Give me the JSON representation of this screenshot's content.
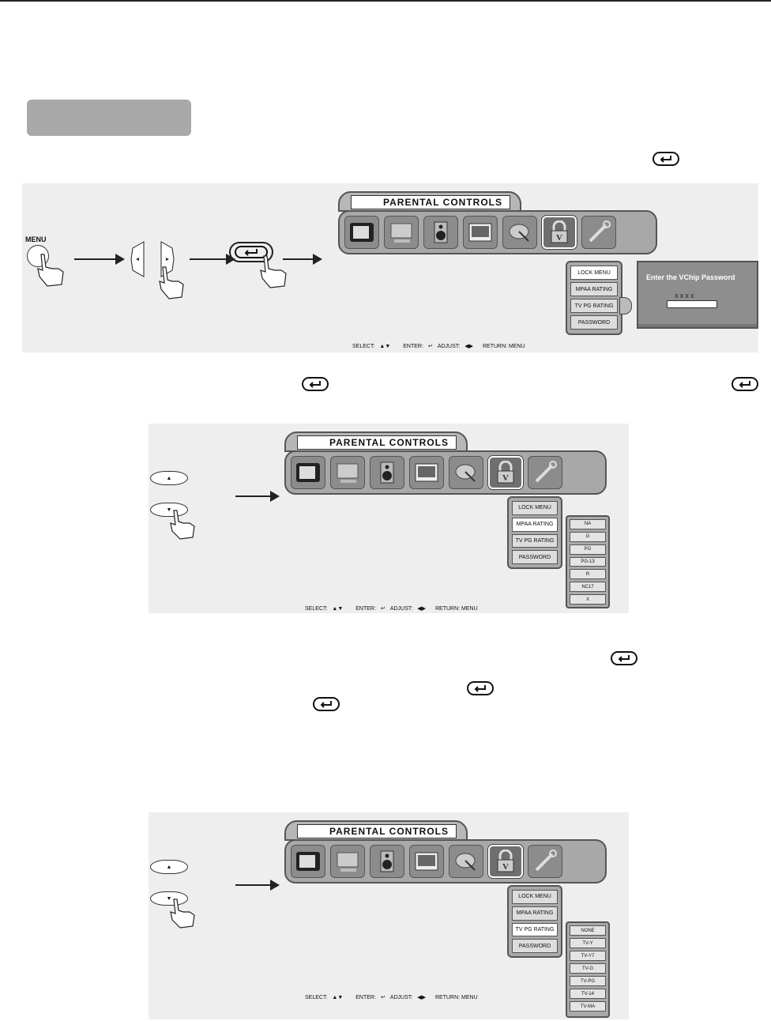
{
  "labels": {
    "menu_button": "MENU",
    "osd_title": "PARENTAL  CONTROLS",
    "password_title": "Enter the VChip Password",
    "password_mask": "X  X  X  X",
    "footer_select": "SELECT:",
    "footer_enter": "ENTER:",
    "footer_adjust": "ADJUST:",
    "footer_return": "RETURN: MENU"
  },
  "menu_items": [
    "LOCK MENU",
    "MPAA RATING",
    "TV PG RATING",
    "PASSWORD"
  ],
  "mpaa_ratings": [
    "NA",
    "G",
    "PG",
    "PG-13",
    "R",
    "NC17",
    "X"
  ],
  "tv_ratings": [
    "NONE",
    "TV-Y",
    "TV-Y7",
    "TV-G",
    "TV-PG",
    "TV-14",
    "TV-MA"
  ],
  "colors": {
    "heading_tab": "#a9a9a9",
    "panel": "#eeeeee",
    "osd_bar": "#a8a8a8"
  }
}
